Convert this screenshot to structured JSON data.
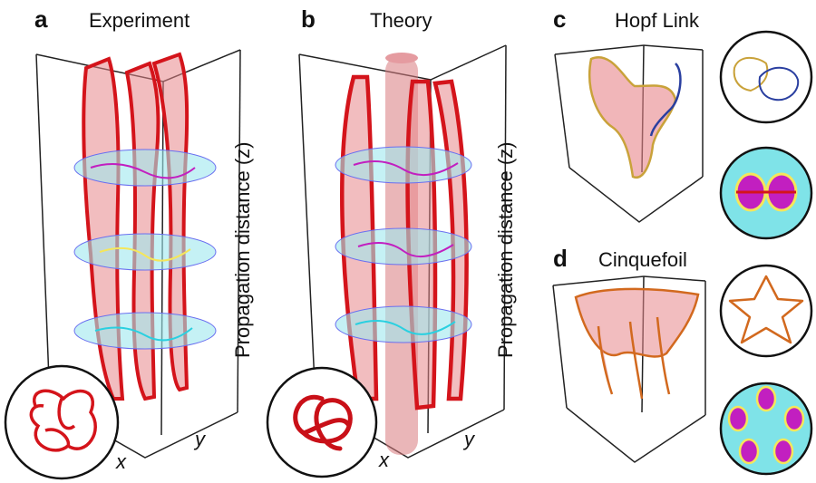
{
  "panels": [
    {
      "letter": "a",
      "title": "Experiment",
      "axis_x": "x",
      "axis_y": "y",
      "axis_z": "Propagation distance (z)"
    },
    {
      "letter": "b",
      "title": "Theory",
      "axis_x": "x",
      "axis_y": "y",
      "axis_z": "Propagation distance (z)"
    },
    {
      "letter": "c",
      "title": "Hopf Link"
    },
    {
      "letter": "d",
      "title": "Cinquefoil"
    }
  ],
  "colors": {
    "knot_red": "#d4141b",
    "surface_red": "#e8868a",
    "hopf_gold": "#c9a23a",
    "hopf_blue": "#2a3fa0",
    "cinque_orange": "#d2691e",
    "disc_cyan": "#7fe3e8",
    "disc_magenta": "#c21fc0",
    "disc_yellow": "#f5e65a",
    "disc_blue": "#6a6ff0"
  },
  "icons": [
    "trefoil-knot-icon",
    "hopf-link-icon",
    "cinquefoil-knot-icon",
    "phase-disc-icon"
  ]
}
